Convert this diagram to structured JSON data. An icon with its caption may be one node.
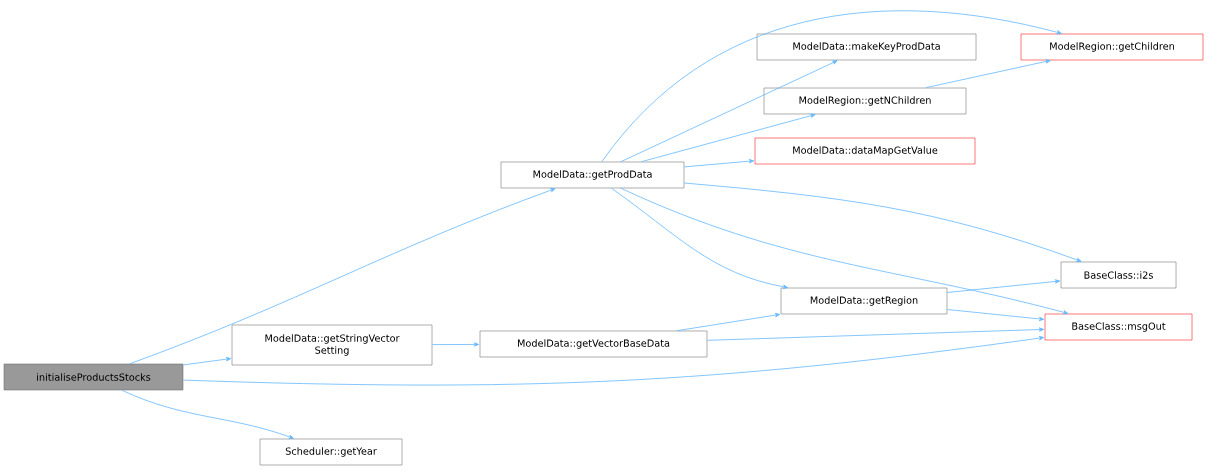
{
  "diagram": {
    "nodes": [
      {
        "text": [
          "initialiseProductsStocks"
        ]
      },
      {
        "text": [
          "ModelData::getProdData"
        ]
      },
      {
        "text": [
          "ModelData::getStringVector Setting"
        ]
      },
      {
        "text": [
          "Scheduler::getYear"
        ]
      },
      {
        "text": [
          "ModelData::makeKeyProdData"
        ]
      },
      {
        "text": [
          "ModelRegion::getChildren"
        ]
      },
      {
        "text": [
          "ModelRegion::getNChildren"
        ]
      },
      {
        "text": [
          "ModelData::dataMapGetValue"
        ]
      },
      {
        "text": [
          "ModelData::getRegion"
        ]
      },
      {
        "text": [
          "ModelData::getVectorBaseData"
        ]
      },
      {
        "text": [
          "BaseClass::i2s"
        ]
      },
      {
        "text": [
          "BaseClass::msgOut"
        ]
      }
    ],
    "edges": [
      {
        "from": 0,
        "to": 1,
        "arrow": "to"
      },
      {
        "from": 0,
        "to": 2,
        "arrow": "to"
      },
      {
        "from": 0,
        "to": 11,
        "arrow": "to"
      },
      {
        "from": 0,
        "to": 3,
        "arrow": "to"
      },
      {
        "from": 1,
        "to": 5,
        "arrow": "to"
      },
      {
        "from": 1,
        "to": 4,
        "arrow": "to"
      },
      {
        "from": 1,
        "to": 6,
        "arrow": "to"
      },
      {
        "from": 1,
        "to": 7,
        "arrow": "to"
      },
      {
        "from": 1,
        "to": 10,
        "arrow": "to"
      },
      {
        "from": 1,
        "to": 11,
        "arrow": "to"
      },
      {
        "from": 1,
        "to": 8,
        "arrow": "to"
      },
      {
        "from": 2,
        "to": 9,
        "arrow": "to"
      },
      {
        "from": 9,
        "to": 8,
        "arrow": "to"
      },
      {
        "from": 9,
        "to": 11,
        "arrow": "to"
      },
      {
        "from": 8,
        "to": 10,
        "arrow": "to"
      },
      {
        "from": 8,
        "to": 11,
        "arrow": "to"
      },
      {
        "from": 6,
        "to": 5,
        "arrow": "to"
      }
    ]
  }
}
